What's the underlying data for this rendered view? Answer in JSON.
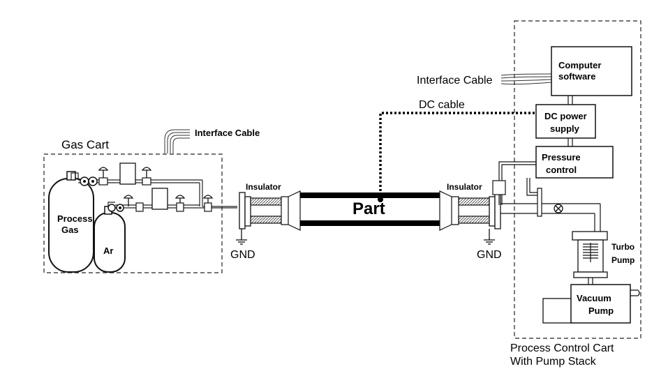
{
  "labels": {
    "gas_cart": "Gas Cart",
    "interface_cable_left": "Interface Cable",
    "process_gas_line1": "Process",
    "process_gas_line2": "Gas",
    "ar": "Ar",
    "gnd_left": "GND",
    "insulator_left": "Insulator",
    "part": "Part",
    "insulator_right": "Insulator",
    "gnd_right": "GND",
    "dc_cable": "DC cable",
    "interface_cable_right": "Interface Cable",
    "computer_line1": "Computer",
    "computer_line2": "software",
    "dc_power_line1": "DC power",
    "dc_power_line2": "supply",
    "pressure_line1": "Pressure",
    "pressure_line2": "control",
    "turbo_line1": "Turbo",
    "turbo_line2": "Pump",
    "vacuum_line1": "Vacuum",
    "vacuum_line2": "Pump",
    "cart_caption_line1": "Process Control Cart",
    "cart_caption_line2": "With Pump Stack"
  }
}
